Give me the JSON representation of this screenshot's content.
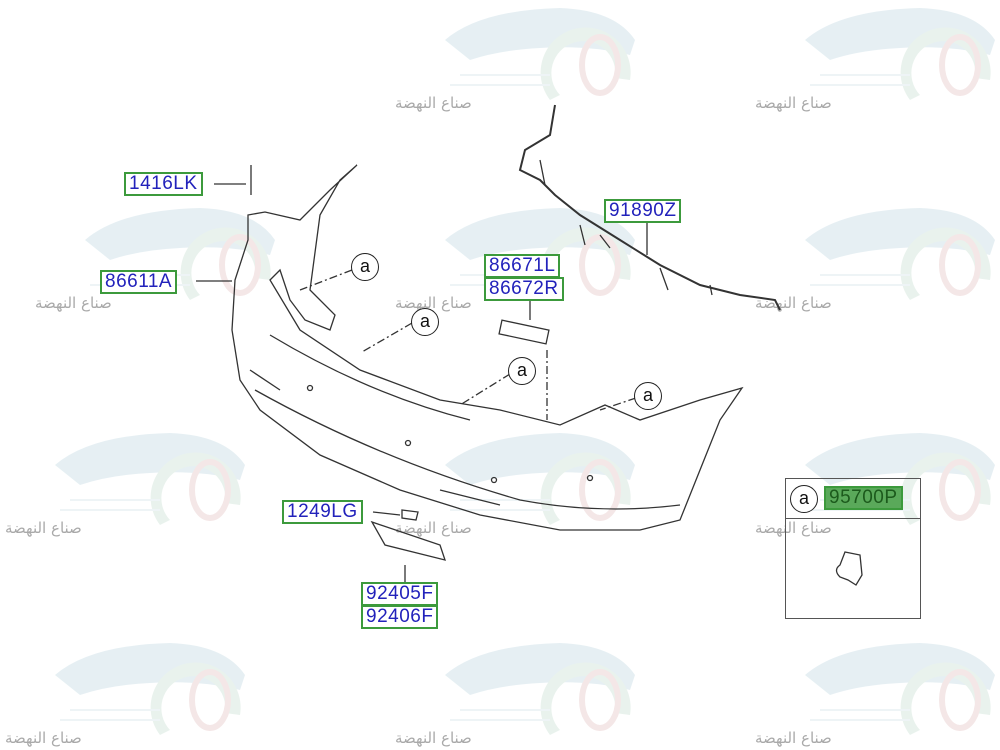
{
  "watermark_text": "صناع النهضة",
  "labels": {
    "p1416LK": "1416LK",
    "p86611A": "86611A",
    "p86671L": "86671L",
    "p86672R": "86672R",
    "p91890Z": "91890Z",
    "p1249LG": "1249LG",
    "p92405F": "92405F",
    "p92406F": "92406F",
    "p95700P": "95700P"
  },
  "ref_marker": "a",
  "colors": {
    "label_border": "#3c9a3c",
    "label_text": "#2222bb",
    "highlight": "#5aa95a"
  }
}
